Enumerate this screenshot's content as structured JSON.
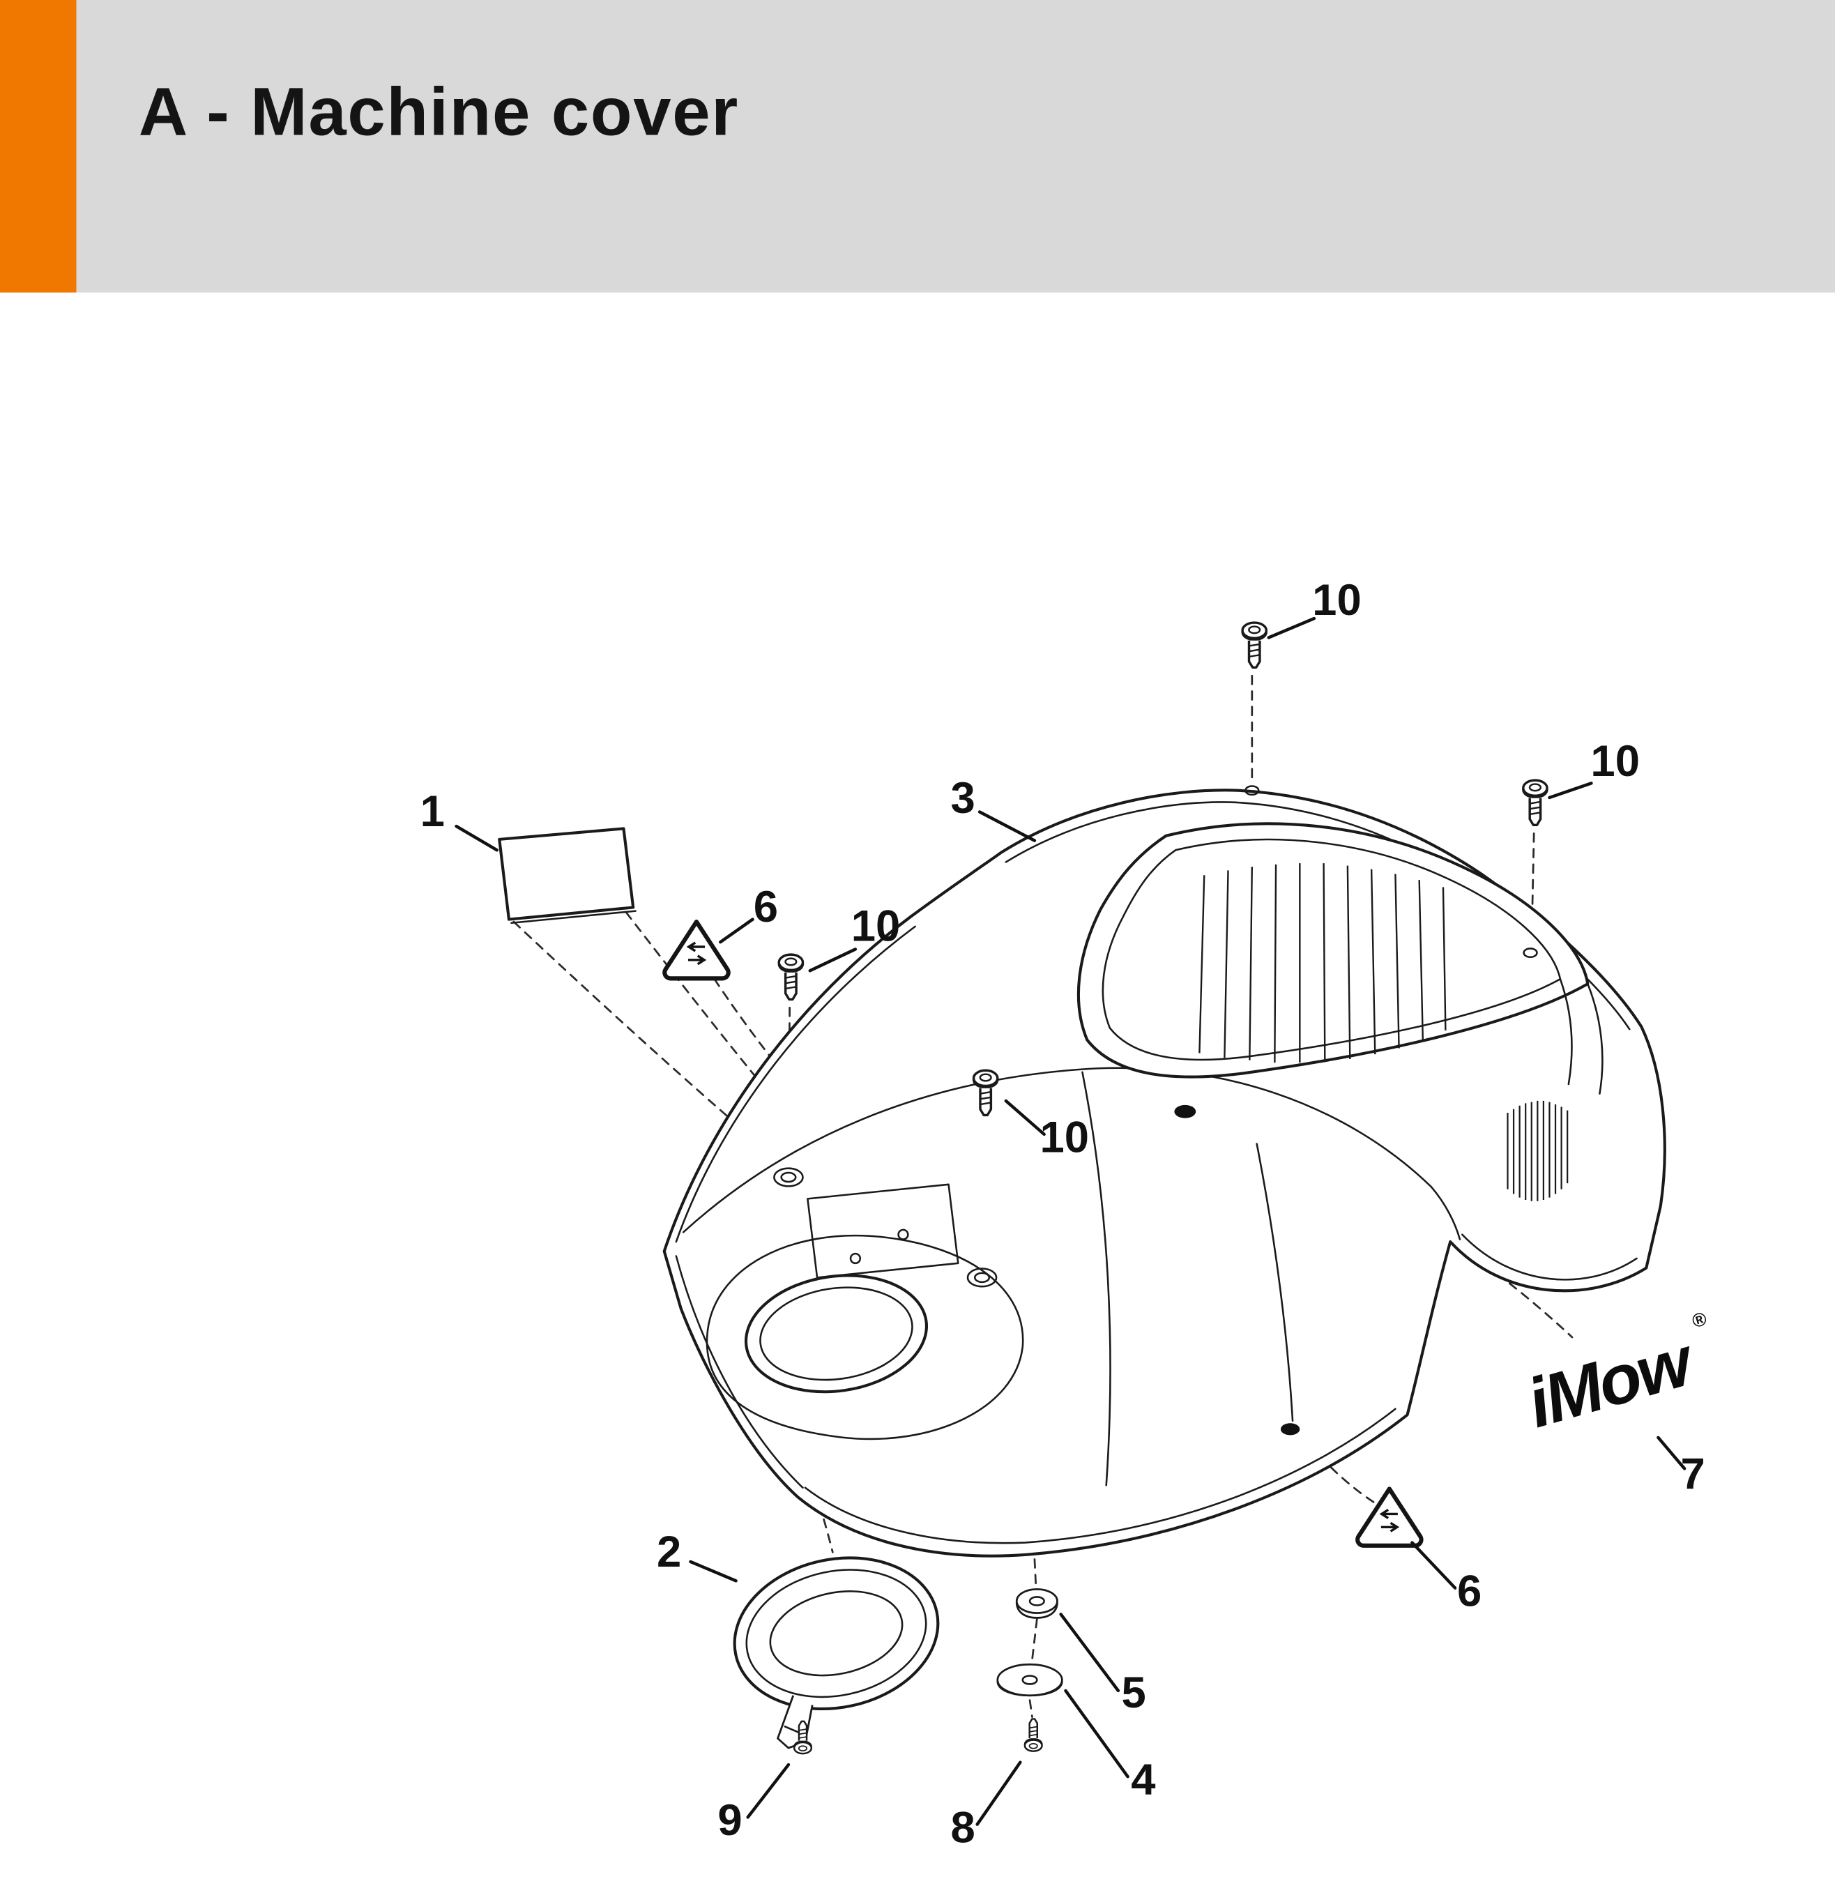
{
  "header": {
    "title": "A - Machine cover",
    "accent_color": "#f07800",
    "band_color": "#d9d9d9"
  },
  "diagram": {
    "ink_color": "#1a1a1a",
    "logo": {
      "text": "iMow",
      "reg": "®"
    },
    "callouts": {
      "c1": {
        "label": "1"
      },
      "c2": {
        "label": "2"
      },
      "c3": {
        "label": "3"
      },
      "c4": {
        "label": "4"
      },
      "c5": {
        "label": "5"
      },
      "c6a": {
        "label": "6"
      },
      "c6b": {
        "label": "6"
      },
      "c7": {
        "label": "7"
      },
      "c8": {
        "label": "8"
      },
      "c9": {
        "label": "9"
      },
      "c10a": {
        "label": "10"
      },
      "c10b": {
        "label": "10"
      },
      "c10c": {
        "label": "10"
      },
      "c10d": {
        "label": "10"
      }
    }
  }
}
